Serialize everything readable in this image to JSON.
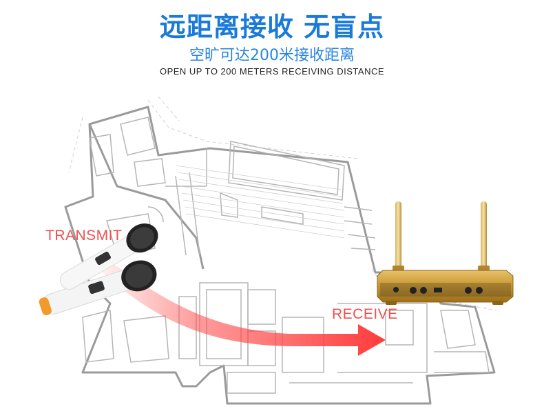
{
  "heading": {
    "title": "远距离接收 无盲点",
    "subtitle": "空旷可达200米接收距离",
    "english": "OPEN UP TO 200 METERS RECEIVING DISTANCE"
  },
  "labels": {
    "transmit": "TRANSMIT",
    "receive": "RECEIVE"
  },
  "colors": {
    "title_blue": "#1a7ad8",
    "accent_red": "#ef5050",
    "receiver_gold": "#c8962e",
    "floorplan_gray": "#9a9a9a"
  },
  "icons": [
    "floor-plan-icon",
    "microphone-icon",
    "receiver-icon",
    "arrow-icon"
  ]
}
